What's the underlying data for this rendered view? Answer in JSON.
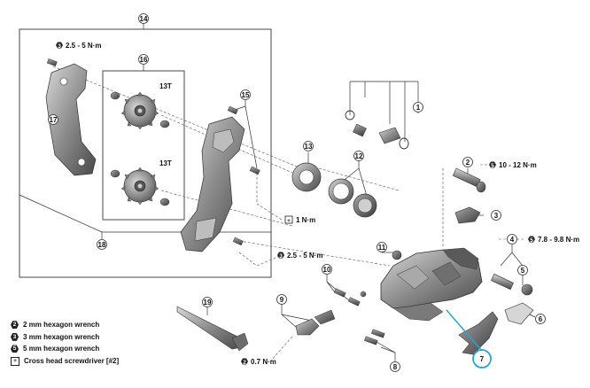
{
  "callouts": {
    "c1": "1",
    "c2": "2",
    "c3": "3",
    "c4": "4",
    "c5": "5",
    "c6": "6",
    "c7": "7",
    "c8": "8",
    "c9": "9",
    "c10": "10",
    "c11": "11",
    "c12": "12",
    "c13": "13",
    "c14": "14",
    "c15": "15",
    "c16": "16",
    "c17": "17",
    "c18": "18",
    "c19": "19"
  },
  "torque": {
    "t1": {
      "tool": "3",
      "value": "2.5 - 5 N·m"
    },
    "t2": {
      "tool": "5",
      "value": "10 - 12 N·m"
    },
    "t3": {
      "tool": "5",
      "value": "7.8 - 9.8 N·m"
    },
    "t4": {
      "tool": "3",
      "value": "2.5 - 5 N·m"
    },
    "t5": {
      "tool": "2",
      "value": "0.7 N·m"
    },
    "t6": {
      "tool": "+",
      "value": "1 N·m"
    }
  },
  "teeth": {
    "upper": "13T",
    "lower": "13T"
  },
  "legend": [
    {
      "key": "2",
      "label": "2 mm hexagon wrench"
    },
    {
      "key": "3",
      "label": "3 mm hexagon wrench"
    },
    {
      "key": "5",
      "label": "5 mm hexagon wrench"
    },
    {
      "key": "+",
      "label": "Cross head screwdriver [#2]"
    }
  ],
  "colors": {
    "highlight": "#27a4d8",
    "ink": "#222222",
    "metal": "#8e8e8e"
  }
}
